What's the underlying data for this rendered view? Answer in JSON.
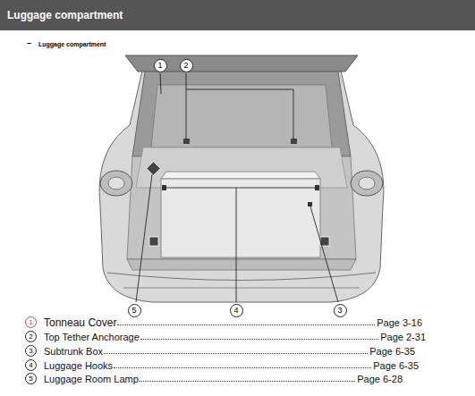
{
  "diagram": {
    "title": "Luggage compartment",
    "nodes": [
      {
        "text": [
          "1"
        ]
      },
      {
        "text": [
          "2"
        ]
      },
      {
        "text": [
          "5"
        ]
      },
      {
        "text": [
          "4"
        ]
      },
      {
        "text": [
          "3"
        ]
      },
      {
        "text": [
          "1"
        ]
      },
      {
        "text": [
          "2"
        ]
      },
      {
        "text": [
          "3"
        ]
      },
      {
        "text": [
          "4"
        ]
      },
      {
        "text": [
          "5"
        ]
      }
    ],
    "labels": [
      "–",
      "Luggage compartment",
      "Tonneau Cover",
      "Page 3-16",
      "Top Tether Anchorage",
      "Page 2-31",
      "Subtrunk Box",
      "Page 6-35",
      "Luggage Hooks",
      "Page 6-35",
      "Luggage Room Lamp",
      "Page 6-28"
    ]
  }
}
